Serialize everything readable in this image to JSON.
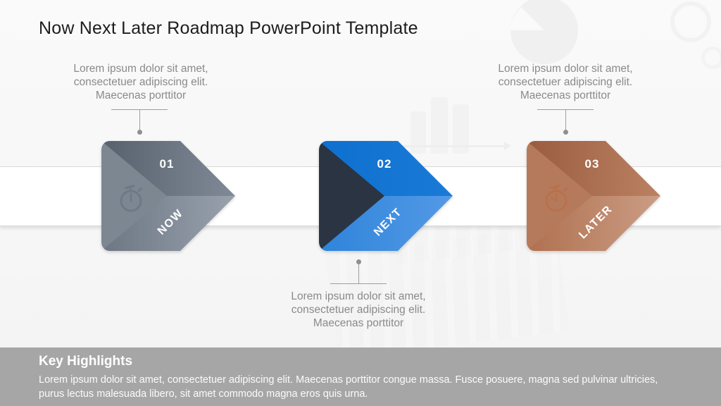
{
  "title": "Now Next Later Roadmap PowerPoint Template",
  "callouts": {
    "now": {
      "lines": [
        "Lorem ipsum dolor sit amet,",
        "consectetuer adipiscing elit.",
        "Maecenas porttitor"
      ]
    },
    "next": {
      "lines": [
        "Lorem ipsum dolor sit amet,",
        "consectetuer adipiscing elit.",
        "Maecenas porttitor"
      ]
    },
    "later": {
      "lines": [
        "Lorem ipsum dolor sit amet,",
        "consectetuer adipiscing elit.",
        "Maecenas porttitor"
      ]
    }
  },
  "steps": [
    {
      "number": "01",
      "label": "NOW",
      "icon": "stopwatch-icon",
      "accent_color": "#66707e"
    },
    {
      "number": "02",
      "label": "NEXT",
      "icon": "stopwatch-half-icon",
      "accent_color": "#1373d2"
    },
    {
      "number": "03",
      "label": "LATER",
      "icon": "stopwatch-hands-icon",
      "accent_color": "#b0714f"
    }
  ],
  "footer": {
    "heading": "Key Highlights",
    "body": "Lorem ipsum dolor sit amet, consectetuer adipiscing elit. Maecenas porttitor congue massa. Fusce posuere, magna sed pulvinar ultricies, purus lectus malesuada libero, sit amet commodo magna eros quis urna.",
    "background_color": "#a6a6a6"
  }
}
